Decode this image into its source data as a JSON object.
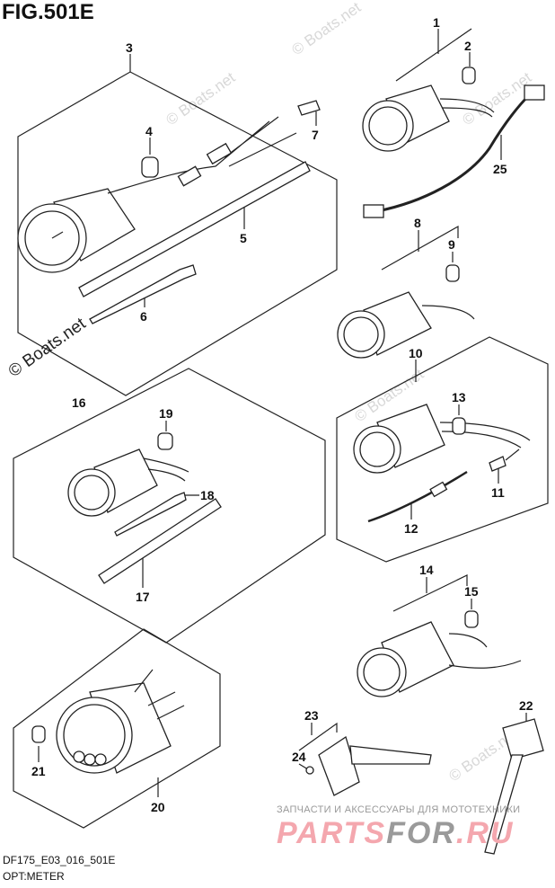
{
  "figure_title": "FIG.501E",
  "footer": {
    "code": "DF175_E03_016_501E",
    "name": "OPT:METER"
  },
  "watermark": "© Boats.net",
  "banner_text": "ЗАПЧАСТИ И АКСЕССУАРЫ ДЛЯ МОТОТЕХНИКИ",
  "logo": {
    "part1": "PARTS",
    "part2": "FOR",
    "part3": ".RU"
  },
  "callouts": {
    "c1": "1",
    "c2": "2",
    "c3": "3",
    "c4": "4",
    "c5": "5",
    "c6": "6",
    "c7": "7",
    "c8": "8",
    "c9": "9",
    "c10": "10",
    "c11": "11",
    "c12": "12",
    "c13": "13",
    "c14": "14",
    "c15": "15",
    "c16": "16",
    "c17": "17",
    "c18": "18",
    "c19": "19",
    "c20": "20",
    "c21": "21",
    "c22": "22",
    "c23": "23",
    "c24": "24",
    "c25": "25"
  }
}
